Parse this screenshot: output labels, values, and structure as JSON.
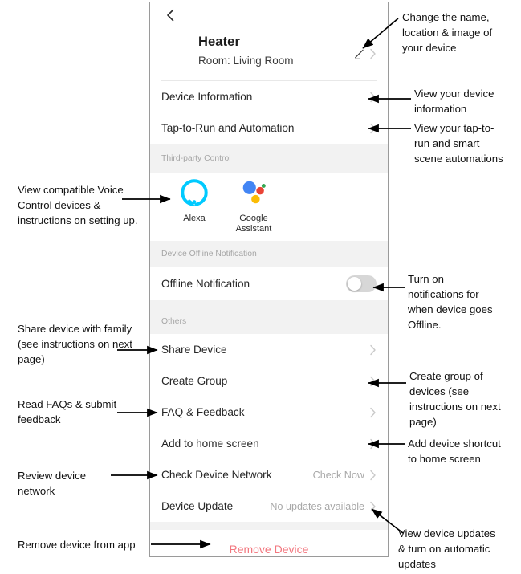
{
  "phone": {
    "back_icon": "chevron-left-icon",
    "title": "Heater",
    "subtitle": "Room: Living Room",
    "edit_icon": "pencil-icon",
    "rows_top": [
      {
        "label": "Device Information",
        "value": ""
      },
      {
        "label": "Tap-to-Run and Automation",
        "value": ""
      }
    ],
    "section_third_party": "Third-party Control",
    "third_party": [
      {
        "label": "Alexa",
        "icon": "alexa-icon"
      },
      {
        "label": "Google\nAssistant",
        "icon": "google-assistant-icon"
      }
    ],
    "section_offline": "Device Offline Notification",
    "offline_row": {
      "label": "Offline Notification",
      "toggle_state": "off"
    },
    "section_others": "Others",
    "rows_others": [
      {
        "label": "Share Device",
        "value": ""
      },
      {
        "label": "Create Group",
        "value": ""
      },
      {
        "label": "FAQ & Feedback",
        "value": ""
      },
      {
        "label": "Add to home screen",
        "value": ""
      },
      {
        "label": "Check Device Network",
        "value": "Check Now"
      },
      {
        "label": "Device Update",
        "value": "No updates available"
      }
    ],
    "remove_label": "Remove Device",
    "colors": {
      "remove": "#f2767e",
      "section_bg": "#f2f2f2",
      "chevron": "#c9c9c9",
      "alexa_blue": "#00caff",
      "ga_blue": "#4285f4",
      "ga_red": "#ea4335",
      "ga_yellow": "#fbbc05",
      "ga_green": "#34a853"
    }
  },
  "annotations": {
    "right": [
      {
        "id": "anno-edit",
        "text": "Change the name,\nlocation & image of\nyour device"
      },
      {
        "id": "anno-device-info",
        "text": "View your device\ninformation"
      },
      {
        "id": "anno-tap-to-run",
        "text": "View your tap-to-\nrun and smart\nscene automations"
      },
      {
        "id": "anno-offline",
        "text": "Turn on\nnotifications for\nwhen device goes\nOffline."
      },
      {
        "id": "anno-create-group",
        "text": "Create group of\ndevices (see\ninstructions on next\npage)"
      },
      {
        "id": "anno-add-home",
        "text": "Add device shortcut\nto home screen"
      },
      {
        "id": "anno-device-update",
        "text": "View device updates\n& turn on automatic\nupdates"
      }
    ],
    "left": [
      {
        "id": "anno-voice",
        "text": "View compatible Voice\nControl devices &\ninstructions on setting up."
      },
      {
        "id": "anno-share",
        "text": "Share device with family\n(see instructions on next\npage)"
      },
      {
        "id": "anno-faq",
        "text": "Read FAQs & submit\nfeedback"
      },
      {
        "id": "anno-network",
        "text": "Review device\nnetwork"
      },
      {
        "id": "anno-remove",
        "text": "Remove device from app"
      }
    ]
  }
}
